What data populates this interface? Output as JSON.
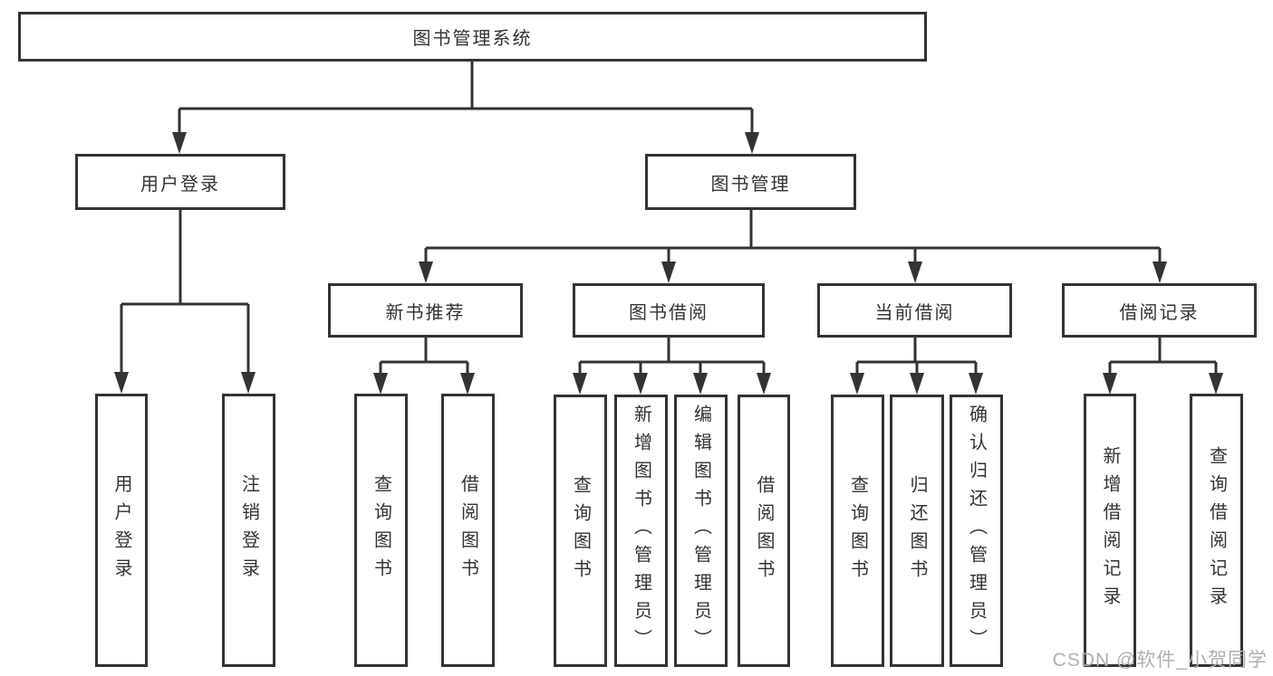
{
  "tree": {
    "root": {
      "label": "图书管理系统"
    },
    "branches": [
      {
        "label": "用户登录",
        "children": [
          {
            "label": "用户登录"
          },
          {
            "label": "注销登录"
          }
        ]
      },
      {
        "label": "图书管理",
        "groups": [
          {
            "label": "新书推荐",
            "children": [
              {
                "label": "查询图书"
              },
              {
                "label": "借阅图书"
              }
            ]
          },
          {
            "label": "图书借阅",
            "children": [
              {
                "label": "查询图书"
              },
              {
                "label": "新增图书（管理员）"
              },
              {
                "label": "编辑图书（管理员）"
              },
              {
                "label": "借阅图书"
              }
            ]
          },
          {
            "label": "当前借阅",
            "children": [
              {
                "label": "查询图书"
              },
              {
                "label": "归还图书"
              },
              {
                "label": "确认归还（管理员）"
              }
            ]
          },
          {
            "label": "借阅记录",
            "children": [
              {
                "label": "新增借阅记录"
              },
              {
                "label": "查询借阅记录"
              }
            ]
          }
        ]
      }
    ]
  },
  "watermark": {
    "text": "CSDN @软件_小贺同学"
  },
  "colors": {
    "line": "#333333",
    "border": "#333333",
    "text": "#333333",
    "watermark": "#b0b0b0",
    "background": "#ffffff"
  }
}
